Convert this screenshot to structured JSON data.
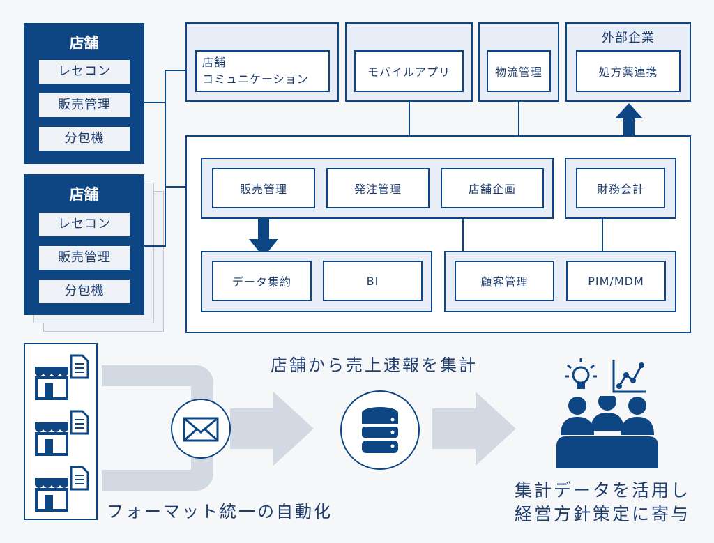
{
  "stores": [
    {
      "title": "店舗",
      "items": [
        "レセコン",
        "販売管理",
        "分包機"
      ]
    },
    {
      "title": "店舗",
      "items": [
        "レセコン",
        "販売管理",
        "分包機"
      ]
    }
  ],
  "top_row": {
    "store_comm": "店舗\nコミュニケーション",
    "mobile_app": "モバイルアプリ",
    "logistics": "物流管理",
    "external_label": "外部企業",
    "prescription": "処方薬連携"
  },
  "core": {
    "sales": "販売管理",
    "ordering": "発注管理",
    "store_planning": "店舗企画",
    "finance": "財務会計",
    "data_agg": "データ集約",
    "bi": "BI",
    "customer": "顧客管理",
    "pim": "PIM/MDM"
  },
  "flow": {
    "caption_top": "店舗から売上速報を集計",
    "caption_left": "フォーマット統一の自動化",
    "caption_right_1": "集計データを活用し",
    "caption_right_2": "経営方針策定に寄与"
  },
  "colors": {
    "navy": "#0e4583",
    "light": "#e8eef7",
    "gray_arrow": "#d3d9e2"
  }
}
